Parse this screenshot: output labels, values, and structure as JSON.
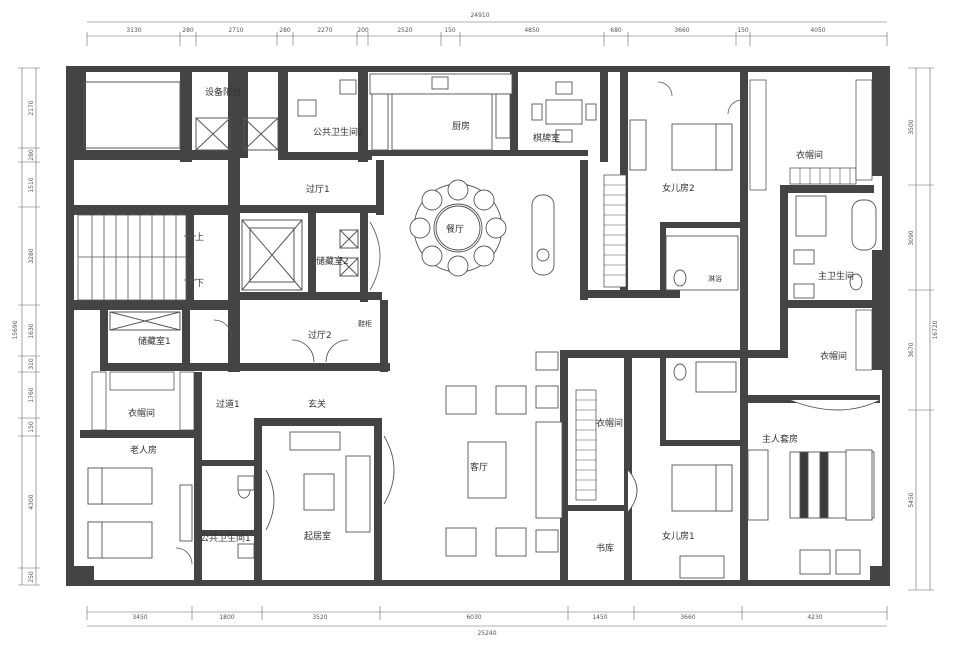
{
  "colors": {
    "wall": "#444444",
    "line": "#555555",
    "background": "#ffffff"
  },
  "dimensions": {
    "top_total": "24910",
    "top": [
      "3130",
      "280",
      "2710",
      "280",
      "2270",
      "200",
      "2520",
      "150",
      "4850",
      "680",
      "3660",
      "150",
      "4050"
    ],
    "bottom_total": "25240",
    "bottom": [
      "3450",
      "1800",
      "3520",
      "6030",
      "1450",
      "3660",
      "4230"
    ],
    "left_total": "15690",
    "left": [
      "2170",
      "280",
      "1510",
      "3280",
      "1630",
      "310",
      "1760",
      "150",
      "4300",
      "250"
    ],
    "right_total": "16720",
    "right": [
      "3500",
      "3090",
      "3670",
      "5450"
    ]
  },
  "rooms": {
    "equipment_balcony": "设备阳台",
    "public_bath_2": "公共卫生间2",
    "kitchen": "厨房",
    "chess_room": "棋牌室",
    "daughter_room_2": "女儿房2",
    "cloakroom_top_right": "衣帽间",
    "hall_1": "过厅1",
    "dining": "餐厅",
    "storage_2": "储藏室2",
    "up": "上",
    "down": "下",
    "shower": "淋浴",
    "master_bath": "主卫生间",
    "cloakroom_right": "衣帽间",
    "storage_1": "储藏室1",
    "hall_2": "过厅2",
    "shoe_cabinet": "鞋柜",
    "cloakroom_left": "衣帽间",
    "corridor_1": "过道1",
    "entrance": "玄关",
    "cloakroom_mid": "衣帽间",
    "master_suite": "主人套房",
    "elderly_room": "老人房",
    "living_room": "客厅",
    "public_bath_1": "公共卫生间1",
    "sitting_room": "起居室",
    "study": "书库",
    "daughter_room_1": "女儿房1"
  }
}
